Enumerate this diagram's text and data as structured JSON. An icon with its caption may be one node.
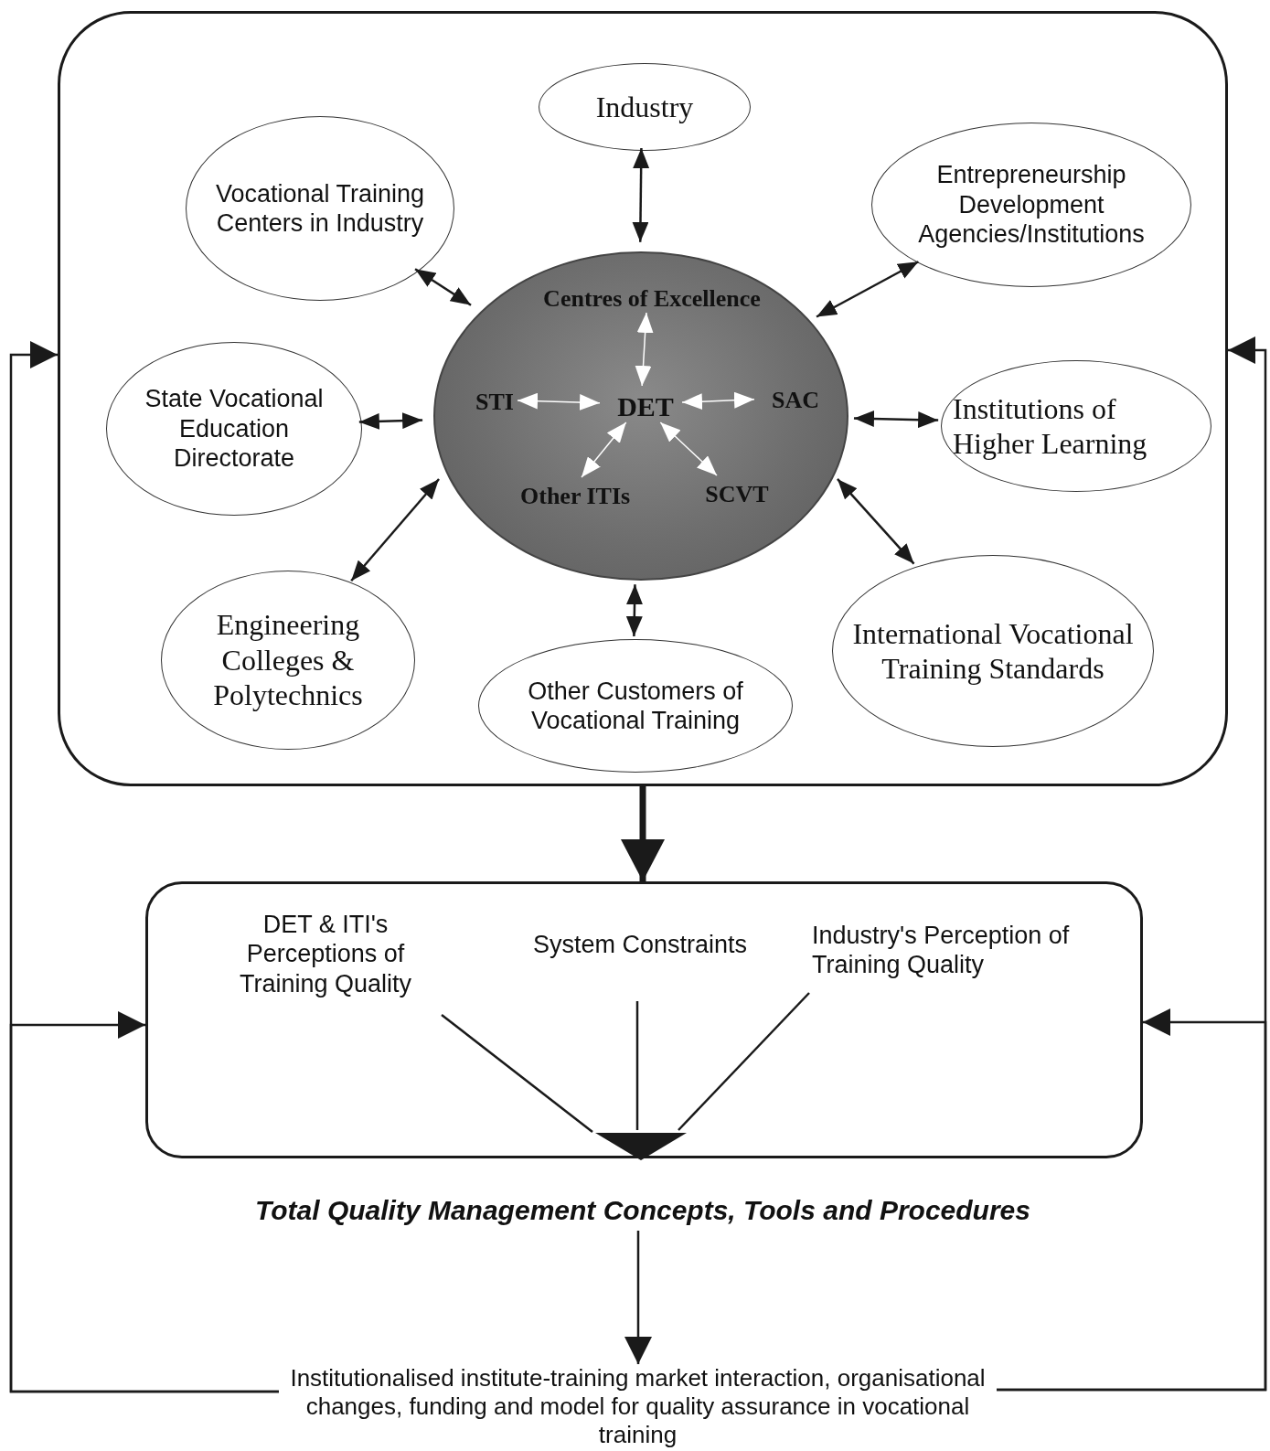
{
  "diagram": {
    "nodes": [
      {
        "text": [],
        "shape": "box"
      },
      {
        "text": [
          "Industry"
        ],
        "in": 0
      },
      {
        "text": [
          "Vocational Training Centers in Industry"
        ],
        "in": 0
      },
      {
        "text": [
          "Entrepreneurship Development Agencies/Institutions"
        ],
        "in": 0
      },
      {
        "text": [],
        "shape": "circle",
        "in": 0
      },
      {
        "text": [
          "Centres of Excellence"
        ],
        "in": 4
      },
      {
        "text": [
          "STI"
        ],
        "in": 4
      },
      {
        "text": [
          "DET"
        ],
        "in": 4
      },
      {
        "text": [
          "SAC"
        ],
        "in": 4
      },
      {
        "text": [
          "Other ITIs"
        ],
        "in": 4
      },
      {
        "text": [
          "SCVT"
        ],
        "in": 4
      },
      {
        "text": [
          "State Vocational Education Directorate"
        ],
        "in": 0
      },
      {
        "text": [
          "Institutions of Higher Learning"
        ],
        "in": 0
      },
      {
        "text": [
          "Engineering Colleges & Polytechnics"
        ],
        "in": 0
      },
      {
        "text": [
          "Other Customers of Vocational Training"
        ],
        "in": 0
      },
      {
        "text": [
          "International Vocational Training Standards"
        ],
        "in": 0
      },
      {
        "text": [],
        "shape": "box"
      },
      {
        "text": [
          "DET & ITI's Perceptions of Training Quality"
        ],
        "in": 16
      },
      {
        "text": [
          "System Constraints"
        ],
        "in": 16
      },
      {
        "text": [
          "Industry's Perception of Training Quality"
        ],
        "in": 16
      },
      {
        "text": [],
        "shape": "triangle",
        "in": 16
      },
      {
        "text": [
          "Total Quality Management Concepts, Tools  and Procedures"
        ]
      },
      {
        "text": [
          "Institutionalised institute-training market interaction, organisational changes, funding and model for quality assurance in vocational training"
        ]
      }
    ],
    "edges": [
      {
        "from": 1,
        "to": 4,
        "arrow": "both"
      },
      {
        "from": 2,
        "to": 4,
        "arrow": "both"
      },
      {
        "from": 3,
        "to": 4,
        "arrow": "both"
      },
      {
        "from": 11,
        "to": 4,
        "arrow": "both"
      },
      {
        "from": 12,
        "to": 4,
        "arrow": "both"
      },
      {
        "from": 13,
        "to": 4,
        "arrow": "both"
      },
      {
        "from": 14,
        "to": 4,
        "arrow": "both"
      },
      {
        "from": 15,
        "to": 4,
        "arrow": "both"
      },
      {
        "from": 7,
        "to": 5,
        "arrow": "both",
        "color": "#ffffff"
      },
      {
        "from": 7,
        "to": 6,
        "arrow": "both",
        "color": "#ffffff"
      },
      {
        "from": 7,
        "to": 8,
        "arrow": "both",
        "color": "#ffffff"
      },
      {
        "from": 7,
        "to": 9,
        "arrow": "both",
        "color": "#ffffff"
      },
      {
        "from": 7,
        "to": 10,
        "arrow": "both",
        "color": "#ffffff"
      },
      {
        "from": 0,
        "to": 16,
        "arrow": "to",
        "style": "thick"
      },
      {
        "from": 17,
        "to": 20,
        "arrow": "none"
      },
      {
        "from": 18,
        "to": 20,
        "arrow": "none"
      },
      {
        "from": 19,
        "to": 20,
        "arrow": "none"
      },
      {
        "from": 21,
        "to": 22,
        "arrow": "to"
      },
      {
        "from": 22,
        "to": 0,
        "arrow": "to"
      },
      {
        "from": 22,
        "to": 16,
        "arrow": "to"
      },
      {
        "from": 22,
        "to": 0,
        "arrow": "to"
      },
      {
        "from": 22,
        "to": 16,
        "arrow": "to"
      }
    ]
  }
}
